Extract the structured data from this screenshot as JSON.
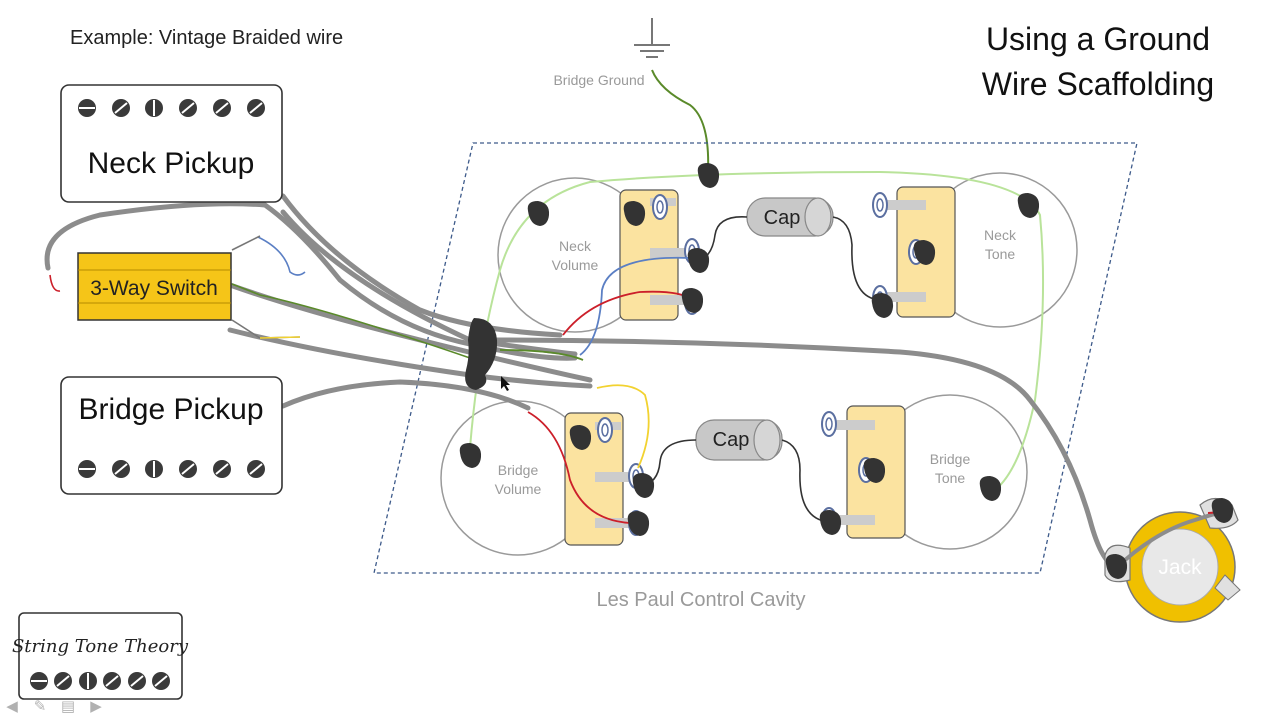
{
  "example_label": "Example: Vintage Braided wire",
  "title_line1": "Using a Ground",
  "title_line2": "Wire Scaffolding",
  "bridge_ground_label": "Bridge Ground",
  "neck_pickup_label": "Neck Pickup",
  "bridge_pickup_label": "Bridge Pickup",
  "switch_label": "3-Way Switch",
  "neck_volume_label": [
    "Neck",
    "Volume"
  ],
  "neck_tone_label": [
    "Neck",
    "Tone"
  ],
  "bridge_volume_label": [
    "Bridge",
    "Volume"
  ],
  "bridge_tone_label": [
    "Bridge",
    "Tone"
  ],
  "cap_top_label": "Cap",
  "cap_bottom_label": "Cap",
  "jack_label": "Jack",
  "cavity_label": "Les Paul Control Cavity",
  "logo_text": "String Tone Theory",
  "colors": {
    "switch_fill": "#f5c518",
    "pot_lug_fill": "#fbe3a0",
    "solder": "#333333",
    "braid": "#8c8c8c",
    "ground_green": "#b9e39a",
    "dark_green": "#5a8a2a",
    "blue_wire": "#5b7fc4",
    "red_wire": "#cc1f2a",
    "yellow_wire": "#f2d230",
    "cavity_border": "#3d5a8a",
    "cap_fill": "#c8c8c8",
    "jack_ring": "#f0c000"
  },
  "nav_icons": [
    "arrow-left-icon",
    "pencil-icon",
    "notes-icon",
    "arrow-right-icon"
  ]
}
